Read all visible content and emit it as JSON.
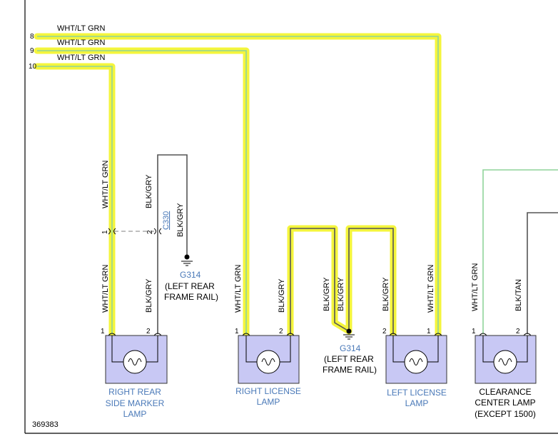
{
  "diagram": {
    "reference_number": "369383",
    "top_wires": [
      {
        "pin": "8",
        "label": "WHT/LT GRN"
      },
      {
        "pin": "9",
        "label": "WHT/LT GRN"
      },
      {
        "pin": "10",
        "label": "WHT/LT GRN"
      }
    ],
    "wire_labels": {
      "wht_lt_grn": "WHT/LT GRN",
      "blk_gry": "BLK/GRY",
      "blk_tan": "BLK/TAN"
    },
    "connector": {
      "name": "C330",
      "pin1": "1",
      "pin2": "2"
    },
    "lamp_pins": {
      "p1": "1",
      "p2": "2"
    },
    "grounds": [
      {
        "name": "G314",
        "location_line1": "(LEFT REAR",
        "location_line2": "FRAME RAIL)"
      },
      {
        "name": "G314",
        "location_line1": "(LEFT REAR",
        "location_line2": "FRAME RAIL)"
      }
    ],
    "lamps": [
      {
        "line1": "RIGHT REAR",
        "line2": "SIDE MARKER",
        "line3": "LAMP"
      },
      {
        "line1": "RIGHT LICENSE",
        "line2": "LAMP"
      },
      {
        "line1": "LEFT LICENSE",
        "line2": "LAMP"
      },
      {
        "line1": "CLEARANCE",
        "line2": "CENTER LAMP",
        "line3": "(EXCEPT 1500)"
      }
    ],
    "colors": {
      "highlight": "#f4f53c",
      "wht_lt_grn_wire": "#8fd39a",
      "blk_wire": "#555555",
      "lamp_fill": "#c8c8f4",
      "label_blue": "#4a79b8"
    }
  }
}
